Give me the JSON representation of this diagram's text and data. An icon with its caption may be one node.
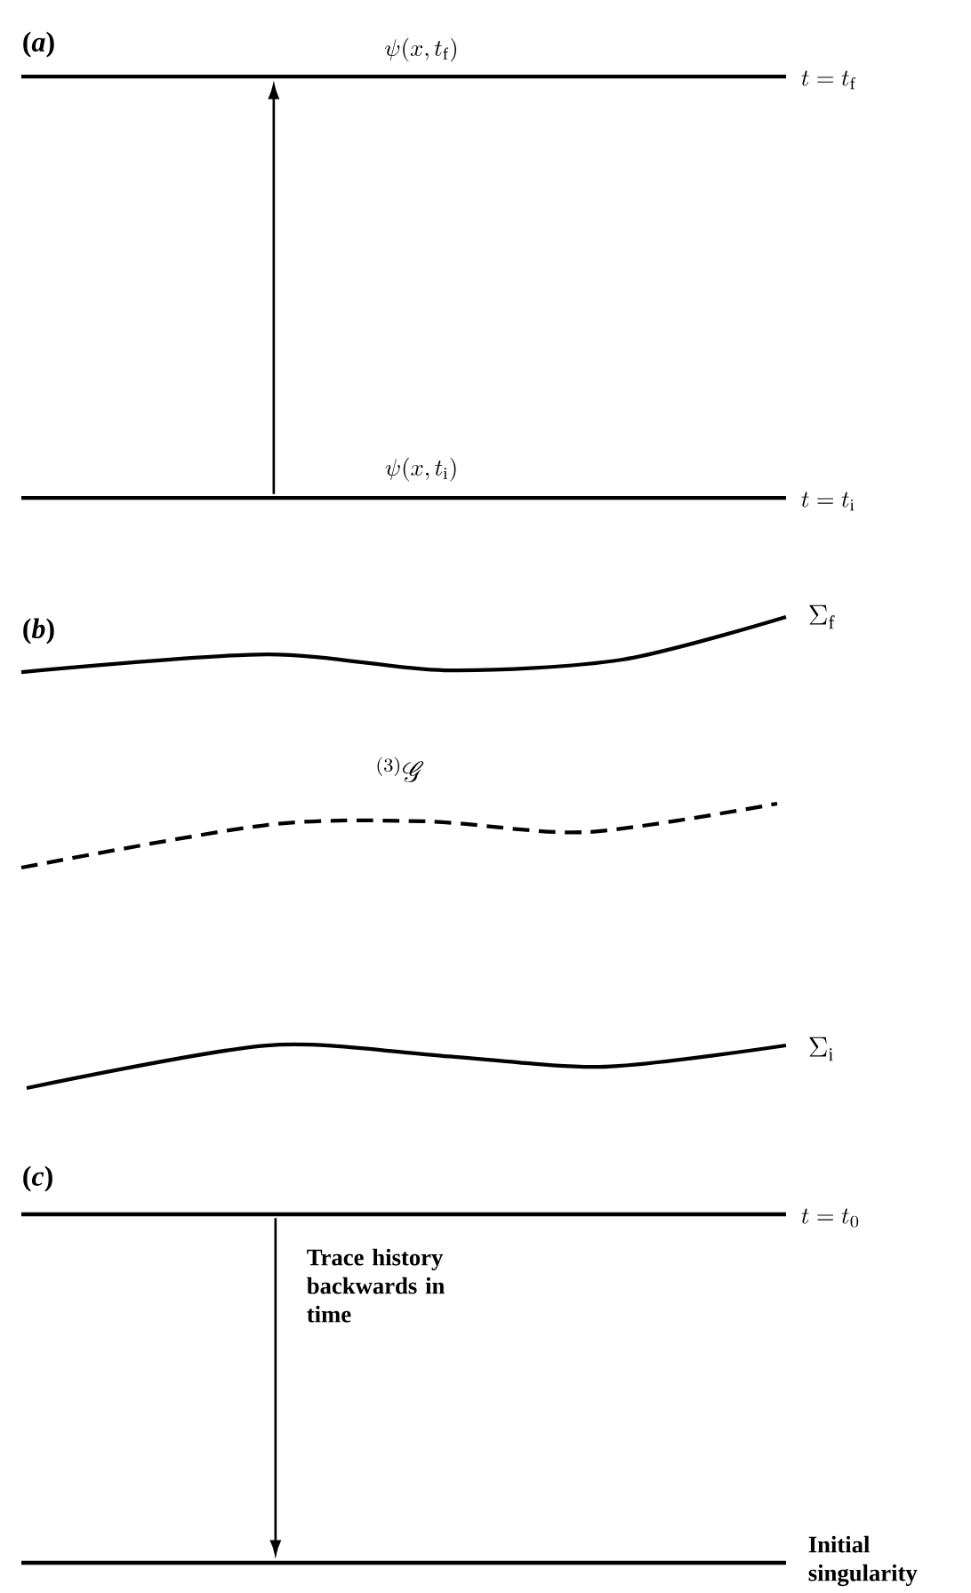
{
  "diagram": {
    "nodes": [
      {
        "text": [
          "\\psi(x,t_{\\mathrm{f}})"
        ],
        "beside": [
          "t = t_{\\mathrm{f}}"
        ]
      },
      {
        "text": [
          "\\psi(x,t_{\\mathrm{i}})"
        ],
        "beside": [
          "t = t_{\\mathrm{i}}"
        ]
      },
      {
        "text": [
          "\\Sigma_{\\mathrm{f}}"
        ]
      },
      {
        "text": [
          "{}^{(3)}\\mathscr{G}"
        ]
      },
      {
        "text": [
          "\\Sigma_{\\mathrm{i}}"
        ]
      },
      {
        "text": [
          "t = t_{0}"
        ]
      },
      {
        "text": [
          "Initial singularity"
        ]
      }
    ],
    "edges": [
      {
        "from": 1,
        "to": 0,
        "arrow": "to"
      },
      {
        "from": 5,
        "to": 6,
        "arrow": "to",
        "label": "Trace history backwards in time"
      }
    ],
    "labels": [
      "(*a*)",
      "(*b*)",
      "(*c*)"
    ]
  }
}
